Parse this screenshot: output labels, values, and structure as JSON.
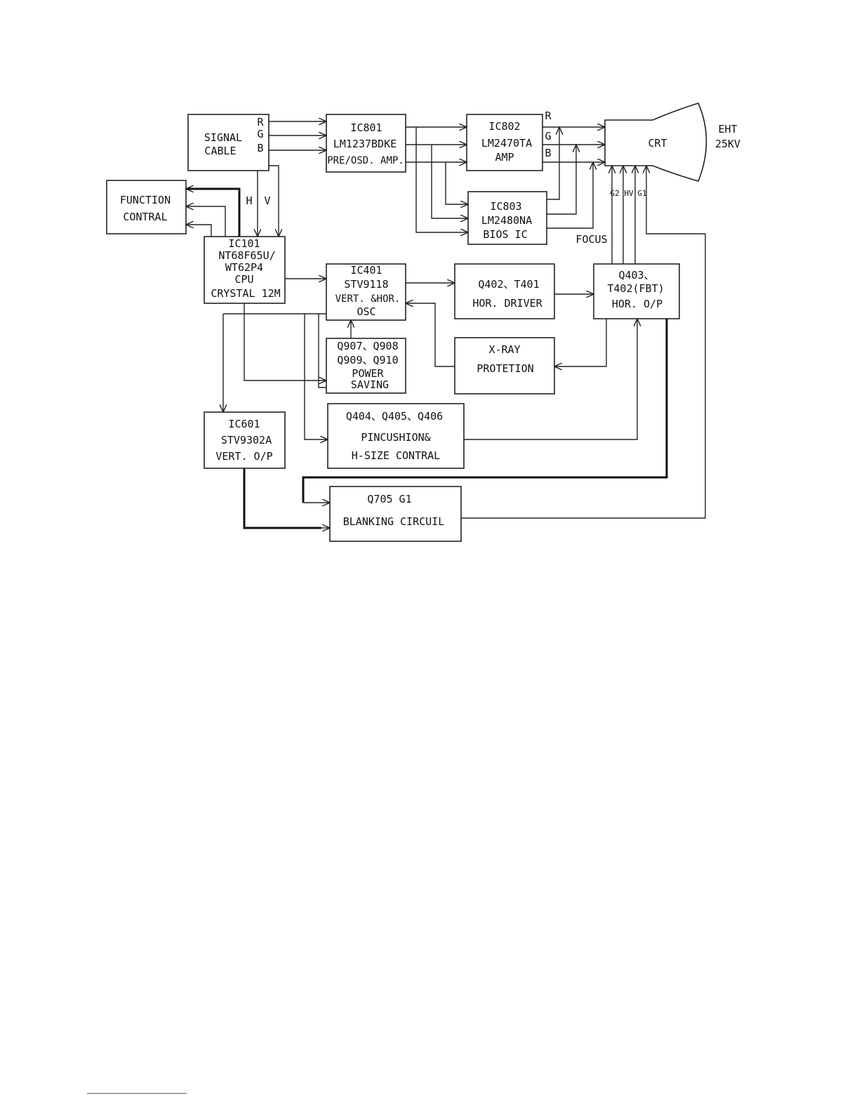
{
  "blocks": {
    "signal_cable": [
      "SIGNAL",
      "CABLE"
    ],
    "function_control": [
      "FUNCTION",
      "CONTRAL"
    ],
    "ic101": [
      "IC101",
      "NT68F65U/",
      "WT62P4",
      "CPU",
      "CRYSTAL 12M"
    ],
    "ic801": [
      "IC801",
      "LM1237BDKE",
      "PRE/OSD. AMP."
    ],
    "ic802": [
      "IC802",
      "LM2470TA",
      "AMP"
    ],
    "ic803": [
      "IC803",
      "LM2480NA",
      "BIOS IC"
    ],
    "crt": "CRT",
    "ic401": [
      "IC401",
      "STV9118",
      "VERT. &HOR.",
      "OSC"
    ],
    "q402": [
      "Q402、T401",
      "HOR.  DRIVER"
    ],
    "q403": [
      "Q403、",
      "T402(FBT)",
      "HOR. O/P"
    ],
    "power_saving": [
      "Q907、Q908",
      "Q909、Q910",
      "POWER",
      "SAVING"
    ],
    "xray": [
      "X-RAY",
      "PROTETION"
    ],
    "ic601": [
      "IC601",
      "STV9302A",
      "VERT. O/P"
    ],
    "pincushion": [
      "Q404、Q405、Q406",
      "PINCUSHION&",
      "H-SIZE CONTRAL"
    ],
    "q705": [
      "Q705 G1",
      "BLANKING CIRCUIL"
    ]
  },
  "labels": {
    "r": "R",
    "g": "G",
    "b": "B",
    "h": "H",
    "v": "V",
    "focus": "FOCUS",
    "eht": [
      "EHT",
      "25KV"
    ],
    "g2": "G2",
    "hv": "HV",
    "g1": "G1"
  }
}
